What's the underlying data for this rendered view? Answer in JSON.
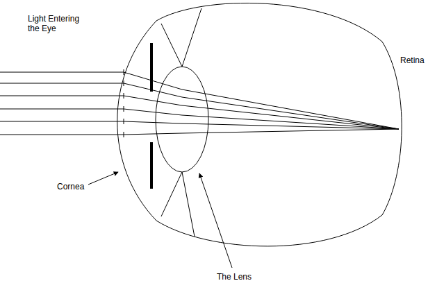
{
  "diagram": {
    "labels": [
      "Light Entering the Eye",
      "Retina",
      "Cornea",
      "The Lens"
    ]
  }
}
